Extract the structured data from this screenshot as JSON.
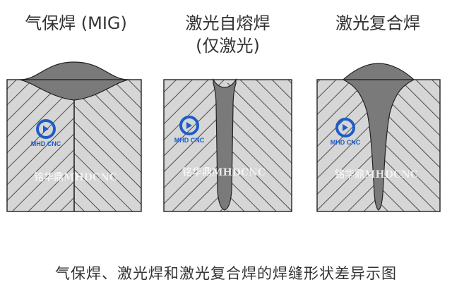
{
  "titles": {
    "mig": "气保焊 (MIG)",
    "laser_line1": "激光自熔焊",
    "laser_line2": "(仅激光)",
    "hybrid": "激光复合焊"
  },
  "caption": "气保焊、激光焊和激光复合焊的焊缝形状差异示图",
  "watermark": {
    "logo_text": "MHD CNC",
    "text": "铭华鼎MHDCNC"
  },
  "colors": {
    "weld": "#7a7a7a",
    "base": "#d6d6d6",
    "hatch": "#2a2a2a",
    "logo": "#1e5cc8"
  }
}
